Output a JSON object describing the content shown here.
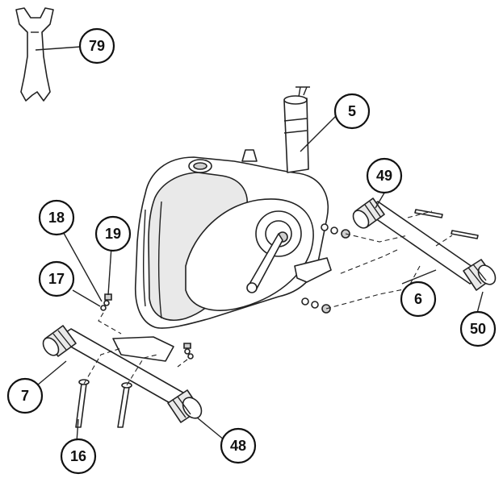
{
  "callouts": {
    "wrench": "79",
    "seat_post": "5",
    "rear_end_cap_left": "49",
    "rear_stabilizer": "6",
    "rear_end_cap_right": "50",
    "washer_18": "18",
    "nut_19": "19",
    "washer_17": "17",
    "front_stabilizer": "7",
    "bolt_16": "16",
    "front_end_cap": "48"
  },
  "colors": {
    "line": "#222222",
    "fill": "#ffffff",
    "shade": "#e9e9e9"
  }
}
